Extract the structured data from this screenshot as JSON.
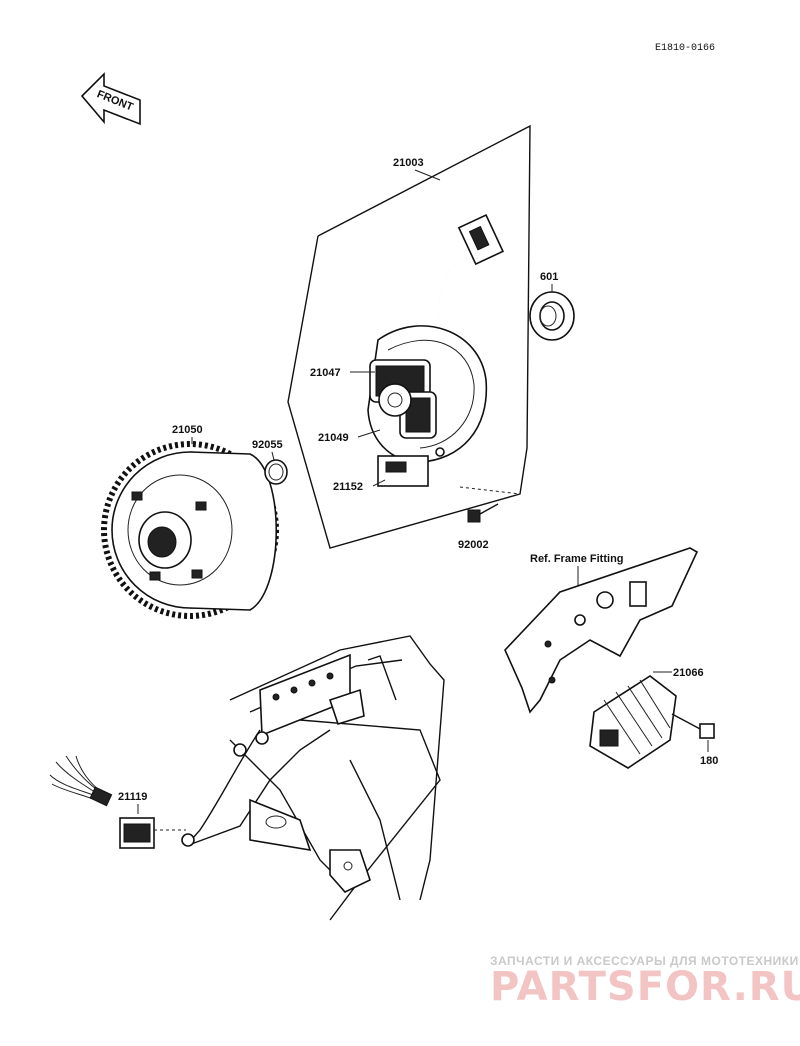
{
  "diagram_code": "E1810-0166",
  "front_arrow_label": "FRONT",
  "parts": {
    "stator_assembly": "21003",
    "oil_seal": "601",
    "stator_coil_a": "21047",
    "stator_coil_b": "21049",
    "pickup_coil": "21152",
    "screw": "92002",
    "flywheel_rotor": "21050",
    "woodruff_key": "92055",
    "regulator": "21066",
    "regulator_bolt": "180",
    "ignition_unit": "21119"
  },
  "ref_label": "Ref. Frame Fitting",
  "watermark": {
    "tagline": "ЗАПЧАСТИ И АКСЕССУАРЫ ДЛЯ МОТОТЕХНИКИ",
    "brand": "PARTSFOR.RU"
  },
  "colors": {
    "ink": "#111111",
    "watermark_grey": "#c9c9c9",
    "watermark_pink": "#f3c4c4"
  }
}
